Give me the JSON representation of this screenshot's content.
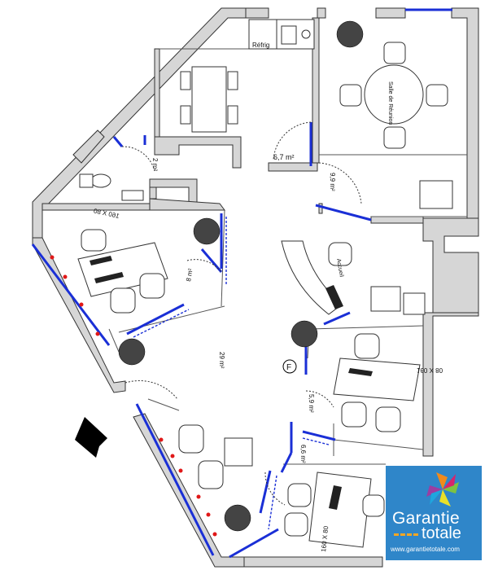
{
  "rooms": {
    "salle_reunion": "Salle de Réunion",
    "refrig": "Réfrig",
    "kitchen_area": "6,7 m²",
    "wc_area": "2 m²",
    "meeting_area": "9,9 m²",
    "office_left_area": "8 m²",
    "open_space_area": "29 m²",
    "office_right_top_area": "5,9 m²",
    "office_right_bottom_area": "6,6 m²",
    "reception": "Accueil"
  },
  "desks": {
    "desk1": "160 X 80",
    "desk2": "160 X 80",
    "desk3": "160 X 80"
  },
  "marker": "F",
  "logo": {
    "line1": "Garantie",
    "line2": "totale",
    "url": "www.garantietotale.com"
  }
}
